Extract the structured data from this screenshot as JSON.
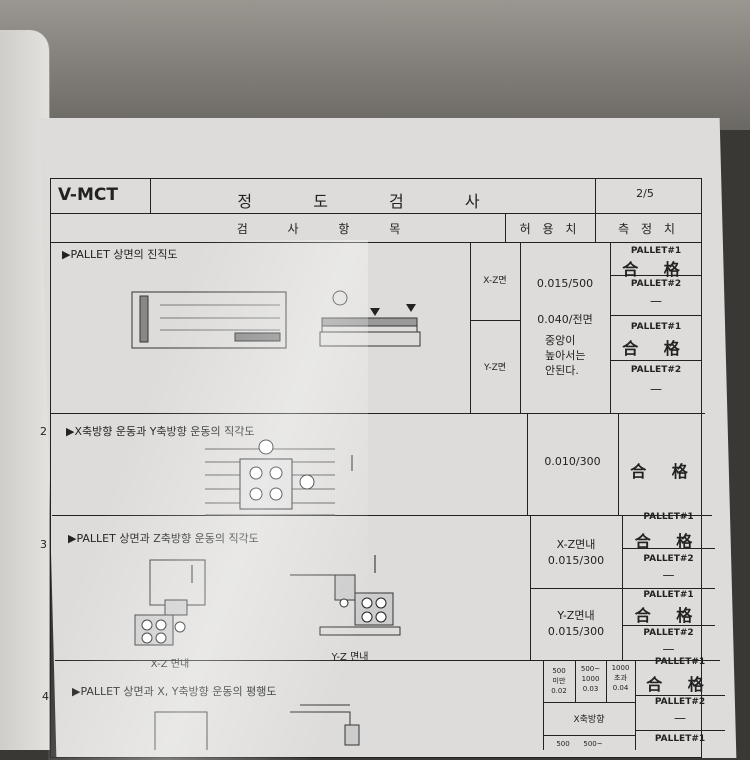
{
  "header": {
    "machine": "V-MCT",
    "title": "정 도 검 사",
    "page": "2/5"
  },
  "columns": {
    "item": "검 사 항 목",
    "tolerance": "허 용 치",
    "measured": "측 정 치"
  },
  "rows": [
    {
      "no": "",
      "item": "▶PALLET 상면의 진직도",
      "faces": [
        "X-Z면",
        "Y-Z면"
      ],
      "tolerances": [
        "0.015/500",
        "0.040/전면",
        "중앙이\n높아서는\n안된다."
      ],
      "measured": [
        {
          "pallet1_label": "PALLET#1",
          "pallet1": "合 格",
          "pallet2_label": "PALLET#2",
          "pallet2": "—"
        },
        {
          "pallet1_label": "PALLET#1",
          "pallet1": "合 格",
          "pallet2_label": "PALLET#2",
          "pallet2": "—"
        }
      ]
    },
    {
      "no": "2",
      "item": "▶X축방향 운동과 Y축방향 운동의 직각도",
      "tolerance": "0.010/300",
      "measured": "合 格"
    },
    {
      "no": "3",
      "item": "▶PALLET 상면과 Z축방향 운동의 직각도",
      "captions": [
        "X-Z 면내",
        "Y-Z 면내"
      ],
      "tolerances": [
        "X-Z면내\n0.015/300",
        "Y-Z면내\n0.015/300"
      ],
      "measured": [
        {
          "pallet1_label": "PALLET#1",
          "pallet1": "合 格",
          "pallet2_label": "PALLET#2",
          "pallet2": "—"
        },
        {
          "pallet1_label": "PALLET#1",
          "pallet1": "合 格",
          "pallet2_label": "PALLET#2",
          "pallet2": "—"
        }
      ]
    },
    {
      "no": "4",
      "item": "▶PALLET 상면과 X, Y축방향 운동의 평행도",
      "ranges": [
        "500\n미만\n0.02",
        "500~\n1000\n0.03",
        "1000\n초과\n0.04"
      ],
      "axis": "X축방향",
      "ranges2": [
        "500",
        "500~"
      ],
      "measured": [
        {
          "pallet1_label": "PALLET#1",
          "pallet1": "合 格",
          "pallet2_label": "PALLET#2",
          "pallet2": "—"
        },
        {
          "pallet1_label": "PALLET#1"
        }
      ]
    }
  ]
}
